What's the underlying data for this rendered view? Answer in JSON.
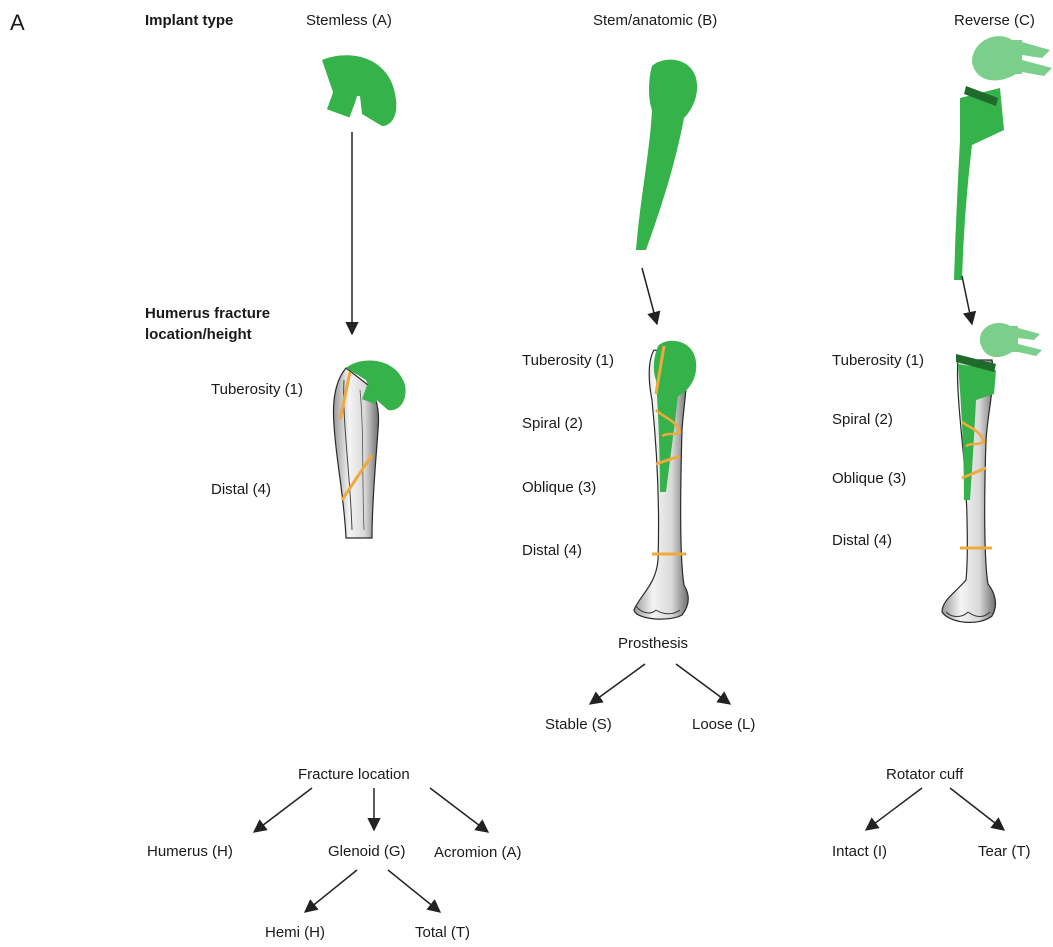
{
  "panel_letter": "A",
  "implant_type": {
    "heading": "Implant type",
    "stemless": "Stemless (A)",
    "stem_anatomic": "Stem/anatomic (B)",
    "reverse": "Reverse (C)"
  },
  "humerus_fracture": {
    "heading_line1": "Humerus fracture",
    "heading_line2": "location/height"
  },
  "stemless_levels": {
    "tuberosity": "Tuberosity (1)",
    "distal": "Distal (4)"
  },
  "stem_levels": {
    "tuberosity": "Tuberosity (1)",
    "spiral": "Spiral (2)",
    "oblique": "Oblique (3)",
    "distal": "Distal (4)"
  },
  "reverse_levels": {
    "tuberosity": "Tuberosity (1)",
    "spiral": "Spiral (2)",
    "oblique": "Oblique (3)",
    "distal": "Distal (4)"
  },
  "prosthesis": {
    "label": "Prosthesis",
    "stable": "Stable (S)",
    "loose": "Loose (L)"
  },
  "fracture_location": {
    "label": "Fracture location",
    "humerus": "Humerus (H)",
    "glenoid": "Glenoid (G)",
    "acromion": "Acromion (A)",
    "hemi": "Hemi (H)",
    "total": "Total (T)"
  },
  "rotator_cuff": {
    "label": "Rotator cuff",
    "intact": "Intact (I)",
    "tear": "Tear (T)"
  },
  "colors": {
    "implant_green": "#35b24a",
    "implant_green_light": "#7ccf8a",
    "fracture_line": "#f2a93b",
    "bone_outline": "#2a2a2a",
    "arrow": "#222222"
  }
}
